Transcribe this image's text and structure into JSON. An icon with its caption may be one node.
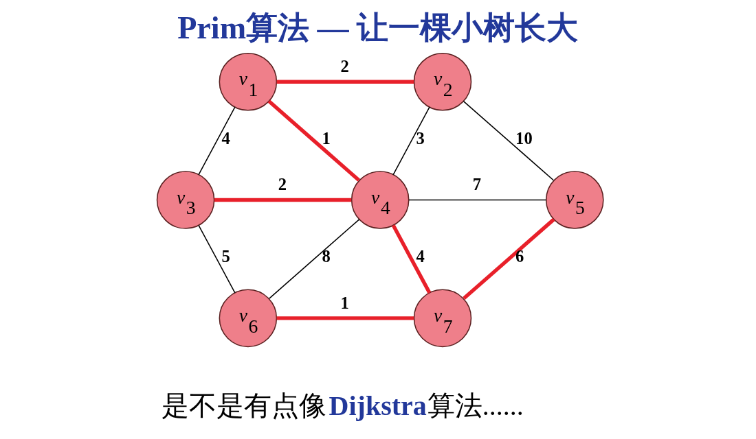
{
  "diagram": {
    "title": "Prim算法 — 让一棵小树长大",
    "caption": "是不是有点像**Dijkstra**算法......",
    "nodes": [
      {
        "text": [
          "*v*$_{1}$"
        ]
      },
      {
        "text": [
          "*v*$_{2}$"
        ]
      },
      {
        "text": [
          "*v*$_{3}$"
        ]
      },
      {
        "text": [
          "*v*$_{4}$"
        ]
      },
      {
        "text": [
          "*v*$_{5}$"
        ]
      },
      {
        "text": [
          "*v*$_{6}$"
        ]
      },
      {
        "text": [
          "*v*$_{7}$"
        ]
      }
    ],
    "edges": [
      {
        "from": 0,
        "to": 1,
        "arrow": "none",
        "label": "2",
        "style": "thick",
        "color": "#e8202a"
      },
      {
        "from": 0,
        "to": 2,
        "arrow": "none",
        "label": "4",
        "color": "#000000"
      },
      {
        "from": 0,
        "to": 3,
        "arrow": "none",
        "label": "1",
        "style": "thick",
        "color": "#e8202a"
      },
      {
        "from": 1,
        "to": 3,
        "arrow": "none",
        "label": "3",
        "color": "#000000"
      },
      {
        "from": 1,
        "to": 4,
        "arrow": "none",
        "label": "10",
        "color": "#000000"
      },
      {
        "from": 2,
        "to": 3,
        "arrow": "none",
        "label": "2",
        "style": "thick",
        "color": "#e8202a"
      },
      {
        "from": 3,
        "to": 4,
        "arrow": "none",
        "label": "7",
        "color": "#000000"
      },
      {
        "from": 2,
        "to": 5,
        "arrow": "none",
        "label": "5",
        "color": "#000000"
      },
      {
        "from": 3,
        "to": 5,
        "arrow": "none",
        "label": "8",
        "color": "#000000"
      },
      {
        "from": 3,
        "to": 6,
        "arrow": "none",
        "label": "4",
        "style": "thick",
        "color": "#e8202a"
      },
      {
        "from": 4,
        "to": 6,
        "arrow": "none",
        "label": "6",
        "style": "thick",
        "color": "#e8202a"
      },
      {
        "from": 5,
        "to": 6,
        "arrow": "none",
        "label": "1",
        "style": "thick",
        "color": "#e8202a"
      }
    ]
  }
}
